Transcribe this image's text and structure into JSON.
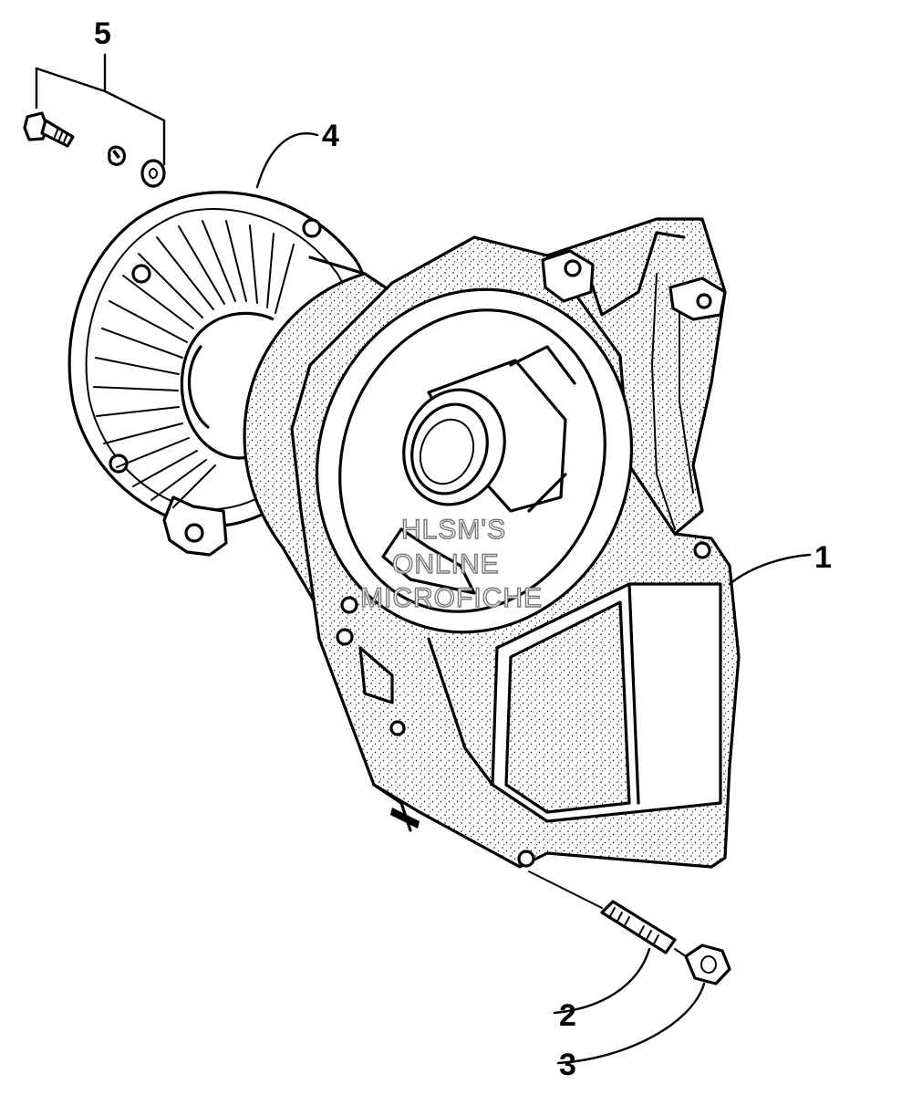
{
  "callouts": {
    "c1": "1",
    "c2": "2",
    "c3": "3",
    "c4": "4",
    "c5": "5"
  },
  "watermark": {
    "line1": "HLSM'S",
    "line2": "ONLINE",
    "line3": "MICROFICHE"
  }
}
